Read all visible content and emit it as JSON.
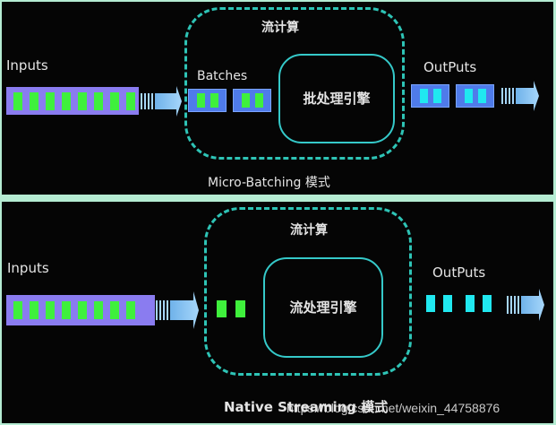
{
  "colors": {
    "frame": "#b5ecd3",
    "background": "#050505",
    "dashed_border": "#2ec4b6",
    "engine_border": "#35c9c9",
    "input_bar": "#8a7cf0",
    "input_event": "#3ff03c",
    "batch_box": "#4f7bea",
    "output_event": "#20e8f0",
    "arrow": "#8cc8f4",
    "text": "#e4e4e4"
  },
  "panels": [
    {
      "id": "micro-batching",
      "inputs_label": "Inputs",
      "input_event_count": 8,
      "container_title": "流计算",
      "batches_label": "Batches",
      "batches": [
        {
          "events": 2
        },
        {
          "events": 2
        }
      ],
      "engine_label": "批处理引擎",
      "outputs_label": "OutPuts",
      "output_batches": [
        {
          "events": 2
        },
        {
          "events": 2
        }
      ],
      "caption": "Micro-Batching 模式"
    },
    {
      "id": "native-streaming",
      "inputs_label": "Inputs",
      "input_event_count": 8,
      "container_title": "流计算",
      "stream_event_count": 2,
      "engine_label": "流处理引擎",
      "outputs_label": "OutPuts",
      "output_event_count": 4,
      "caption": "Native Streaming 模式"
    }
  ],
  "watermark": "https://blog.csdn.net/weixin_44758876"
}
